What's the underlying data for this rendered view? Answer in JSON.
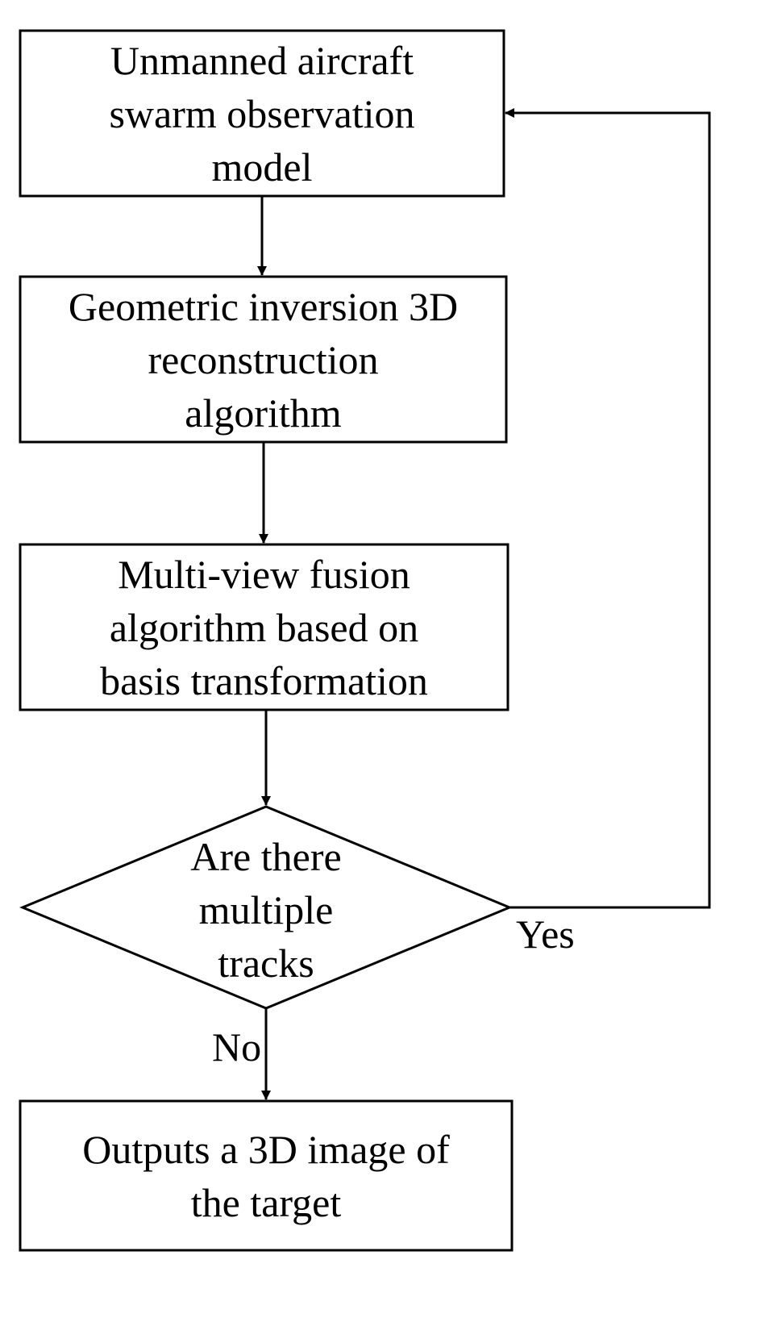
{
  "diagram": {
    "nodes": [
      {
        "id": "observation-model",
        "shape": "rect",
        "lines": [
          "Unmanned aircraft",
          "swarm observation",
          "model"
        ]
      },
      {
        "id": "reconstruction",
        "shape": "rect",
        "lines": [
          "Geometric inversion 3D",
          "reconstruction",
          "algorithm"
        ]
      },
      {
        "id": "fusion",
        "shape": "rect",
        "lines": [
          "Multi-view fusion",
          "algorithm based on",
          "basis transformation"
        ]
      },
      {
        "id": "decision",
        "shape": "diamond",
        "lines": [
          "Are there",
          "multiple",
          "tracks"
        ]
      },
      {
        "id": "output",
        "shape": "rect",
        "lines": [
          "Outputs a 3D image of",
          "the target"
        ]
      }
    ],
    "edges": [
      {
        "from": "observation-model",
        "to": "reconstruction",
        "label": ""
      },
      {
        "from": "reconstruction",
        "to": "fusion",
        "label": ""
      },
      {
        "from": "fusion",
        "to": "decision",
        "label": ""
      },
      {
        "from": "decision",
        "to": "observation-model",
        "label": "Yes"
      },
      {
        "from": "decision",
        "to": "output",
        "label": "No"
      }
    ],
    "colors": {
      "stroke": "#000000",
      "background": "#ffffff"
    }
  }
}
